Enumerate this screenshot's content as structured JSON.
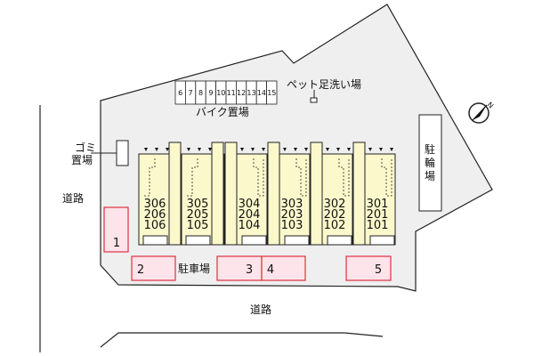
{
  "labels": {
    "road_left": "道路",
    "road_bottom": "道路",
    "garbage_line1": "ゴミ",
    "garbage_line2": "置場",
    "bike_parking": "バイク置場",
    "pet_foot_wash": "ペット足洗い場",
    "bicycle_parking": [
      "駐",
      "輪",
      "場"
    ],
    "car_parking": "駐車場"
  },
  "bike_slots": [
    "6",
    "7",
    "8",
    "9",
    "10",
    "11",
    "12",
    "13",
    "14",
    "15"
  ],
  "units": [
    {
      "rooms": [
        "306",
        "206",
        "106"
      ]
    },
    {
      "rooms": [
        "305",
        "205",
        "105"
      ]
    },
    {
      "rooms": [
        "304",
        "204",
        "104"
      ]
    },
    {
      "rooms": [
        "303",
        "203",
        "103"
      ]
    },
    {
      "rooms": [
        "302",
        "202",
        "102"
      ]
    },
    {
      "rooms": [
        "301",
        "201",
        "101"
      ]
    }
  ],
  "parking_spaces": [
    "1",
    "2",
    "3",
    "4",
    "5"
  ],
  "compass": {
    "icon": "north-arrow-icon",
    "label": "N"
  },
  "colors": {
    "site": "#efefef",
    "building": "#fbf8cc",
    "parking_fill": "#fde3ea",
    "parking_border": "#e0303c",
    "line": "#222222"
  }
}
